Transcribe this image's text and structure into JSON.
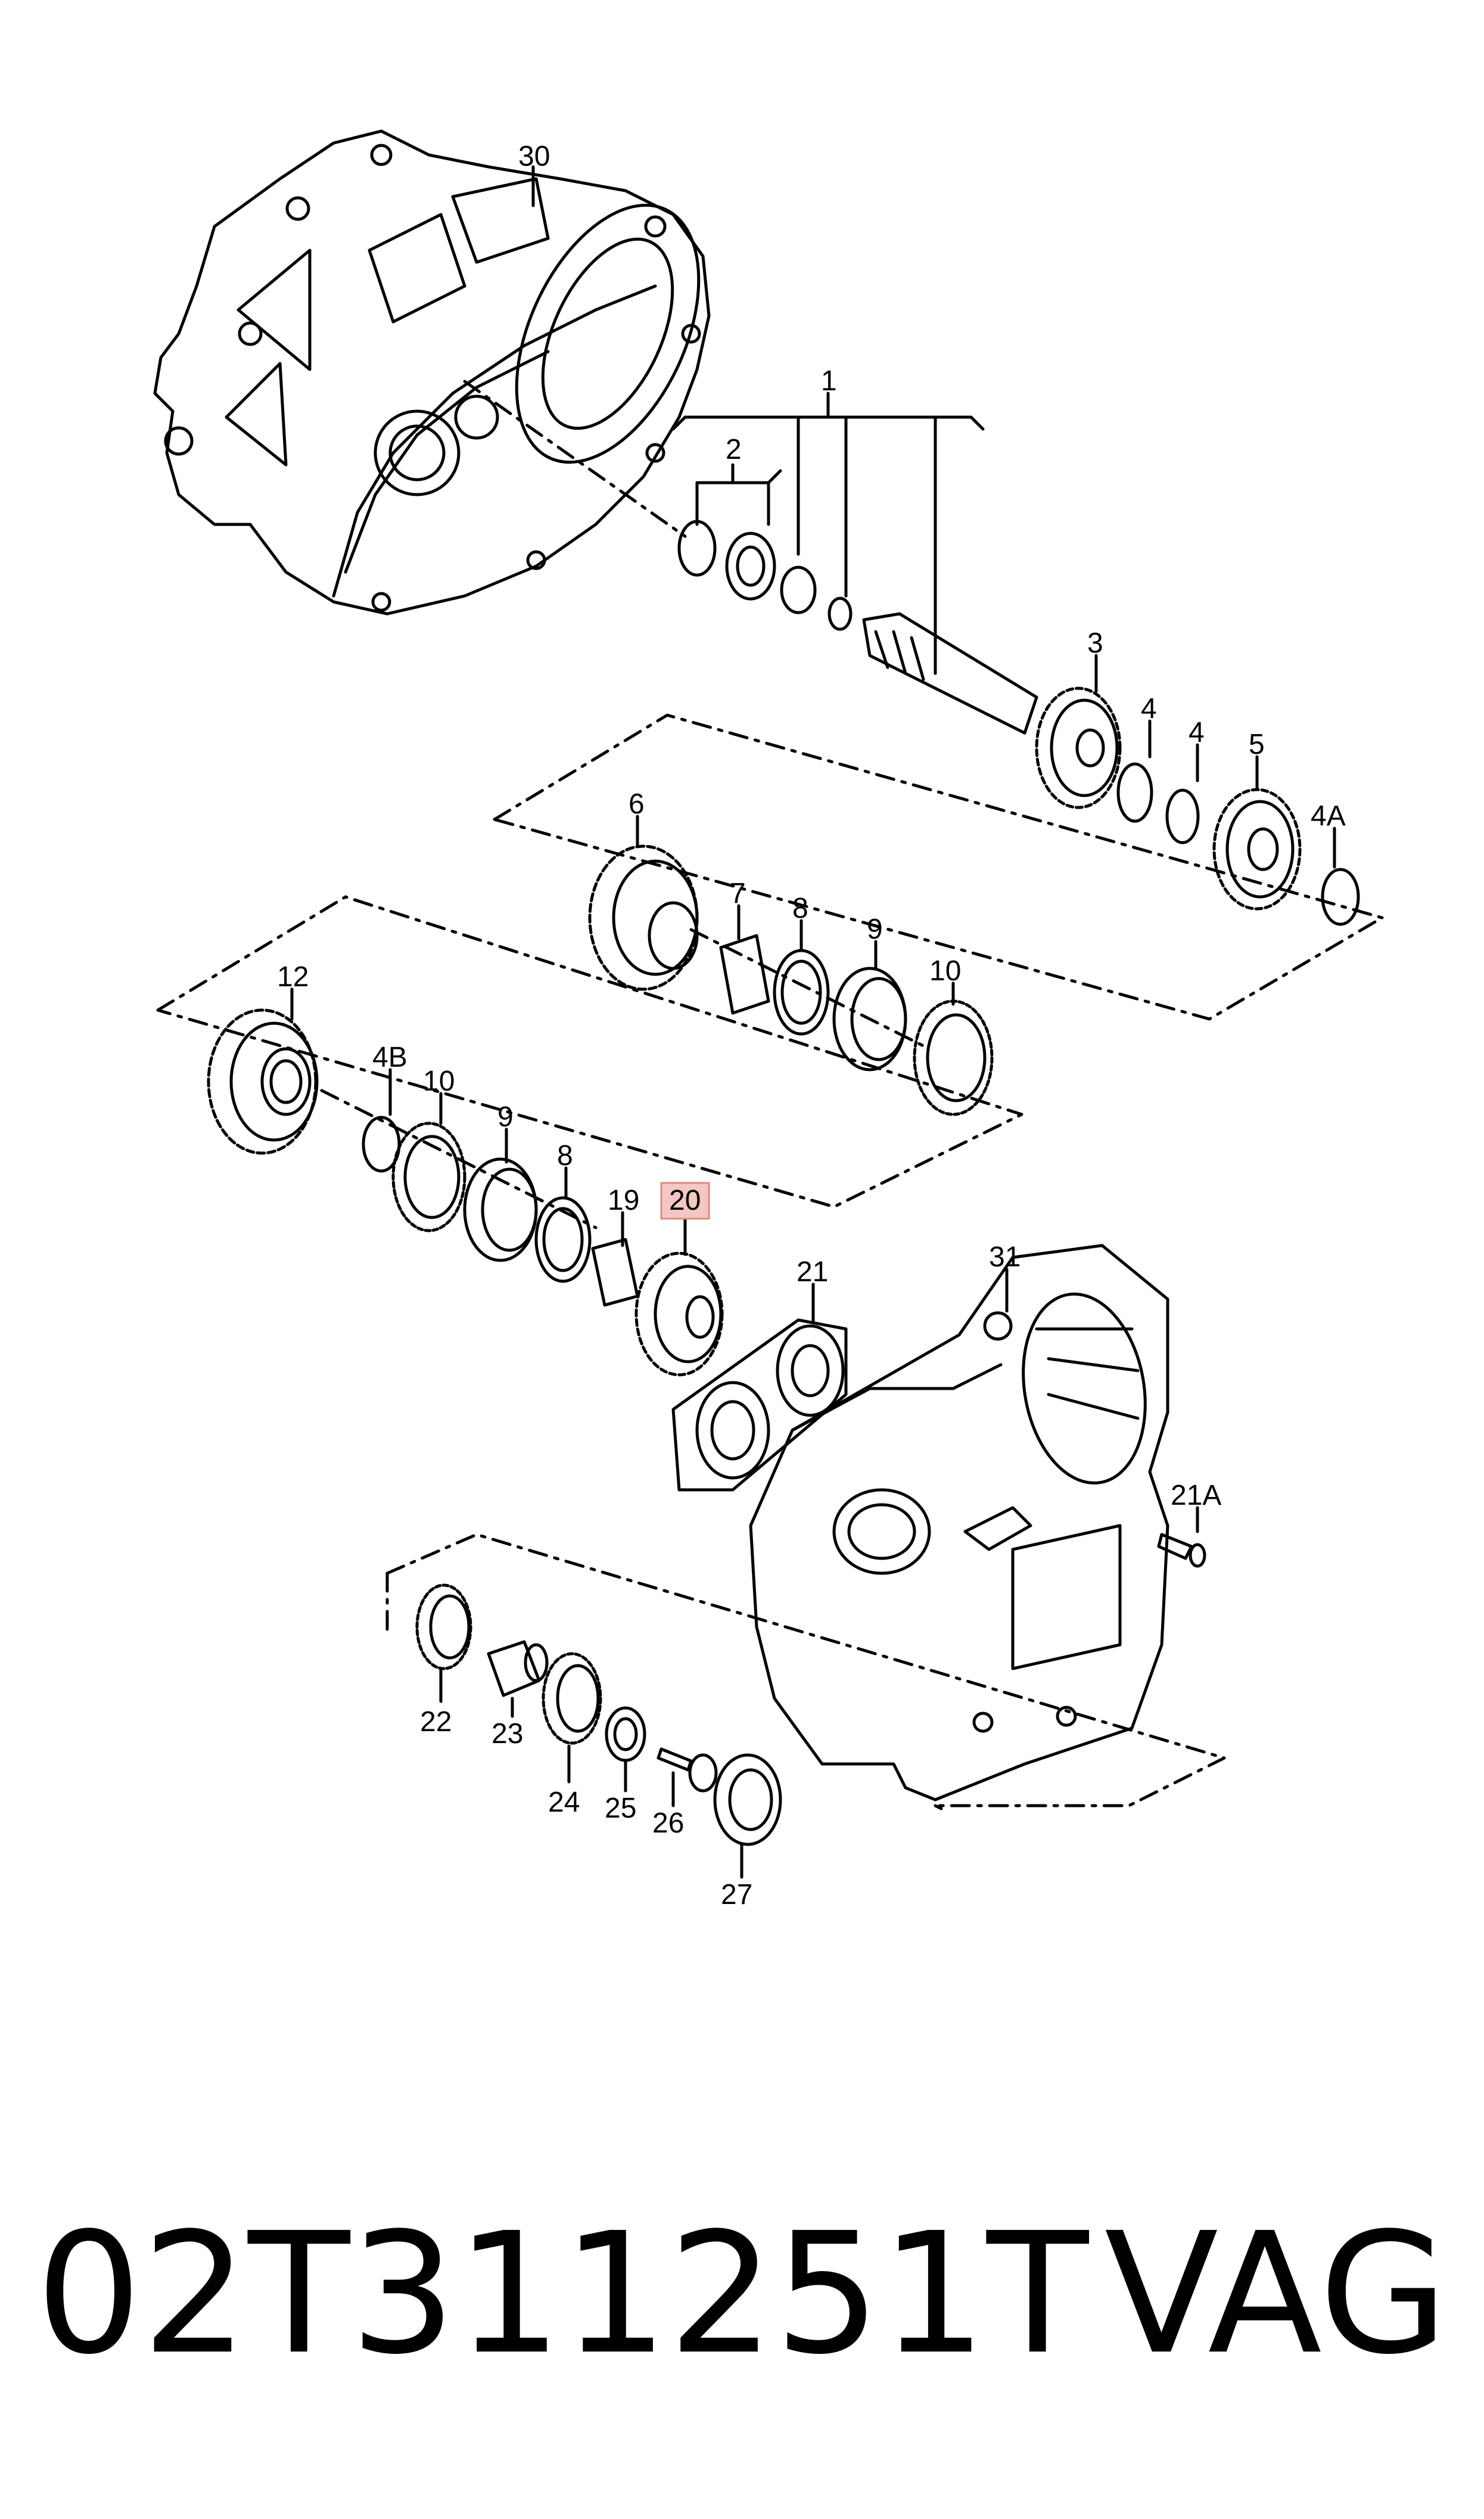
{
  "diagram": {
    "callouts": [
      "30",
      "1",
      "2",
      "3",
      "4",
      "4",
      "5",
      "4A",
      "6",
      "7",
      "8",
      "9",
      "10",
      "12",
      "4B",
      "10",
      "9",
      "8",
      "19",
      "20",
      "21",
      "31",
      "21A",
      "22",
      "23",
      "24",
      "25",
      "26",
      "27"
    ],
    "highlighted_callout": "20",
    "highlight_color": "#f4c7c3"
  },
  "footer": {
    "part_number": "02T311251T",
    "brand": "VAG"
  }
}
